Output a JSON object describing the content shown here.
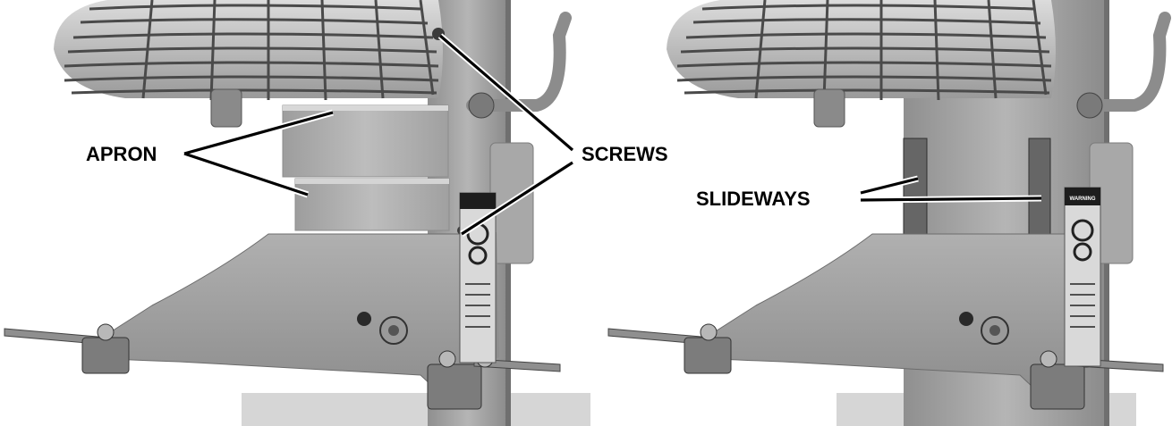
{
  "panels": [
    {
      "id": "with-apron",
      "callouts": [
        {
          "key": "apron",
          "label": "APRON"
        },
        {
          "key": "screws",
          "label": "SCREWS"
        }
      ]
    },
    {
      "id": "apron-removed",
      "callouts": [
        {
          "key": "slideways",
          "label": "SLIDEWAYS"
        }
      ],
      "warning_label": {
        "title": "WARNING"
      }
    }
  ],
  "colors": {
    "metal_light": "#c9c9c9",
    "metal_mid": "#a6a6a6",
    "metal_dark": "#5c5c5c",
    "background": "#ffffff",
    "text": "#000000"
  }
}
